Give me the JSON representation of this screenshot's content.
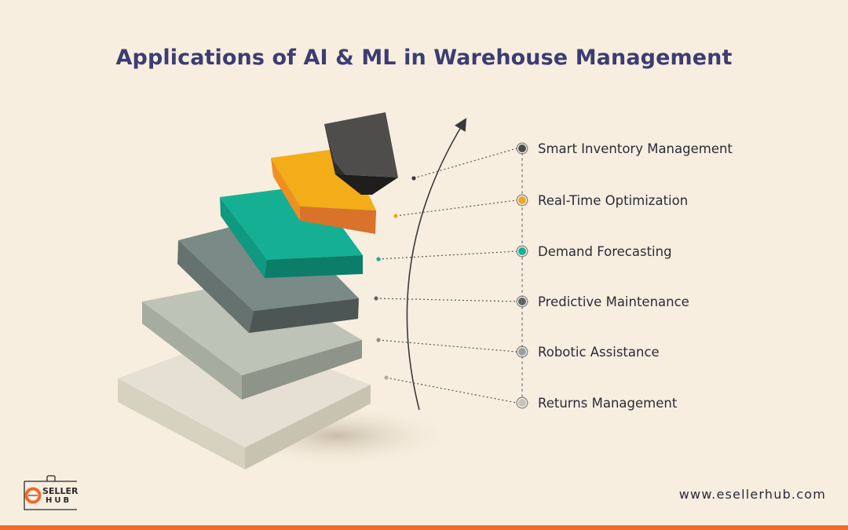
{
  "title": "Applications of AI & ML in Warehouse Management",
  "legend": {
    "items": [
      {
        "label": "Smart Inventory Management",
        "color": "#4b4b4b"
      },
      {
        "label": "Real-Time Optimization",
        "color": "#f0a81d"
      },
      {
        "label": "Demand Forecasting",
        "color": "#15b093"
      },
      {
        "label": "Predictive Maintenance",
        "color": "#5d6663"
      },
      {
        "label": "Robotic Assistance",
        "color": "#9aa097"
      },
      {
        "label": "Returns Management",
        "color": "#c7c2b5"
      }
    ]
  },
  "brand": {
    "logo_top": "SELLER",
    "logo_bottom": "HUB",
    "logo_icon": "e-letter-icon"
  },
  "website": "www.esellerhub.com",
  "colors": {
    "background": "#f7eedf",
    "title": "#3b3d72",
    "accent": "#ef6a2b"
  }
}
